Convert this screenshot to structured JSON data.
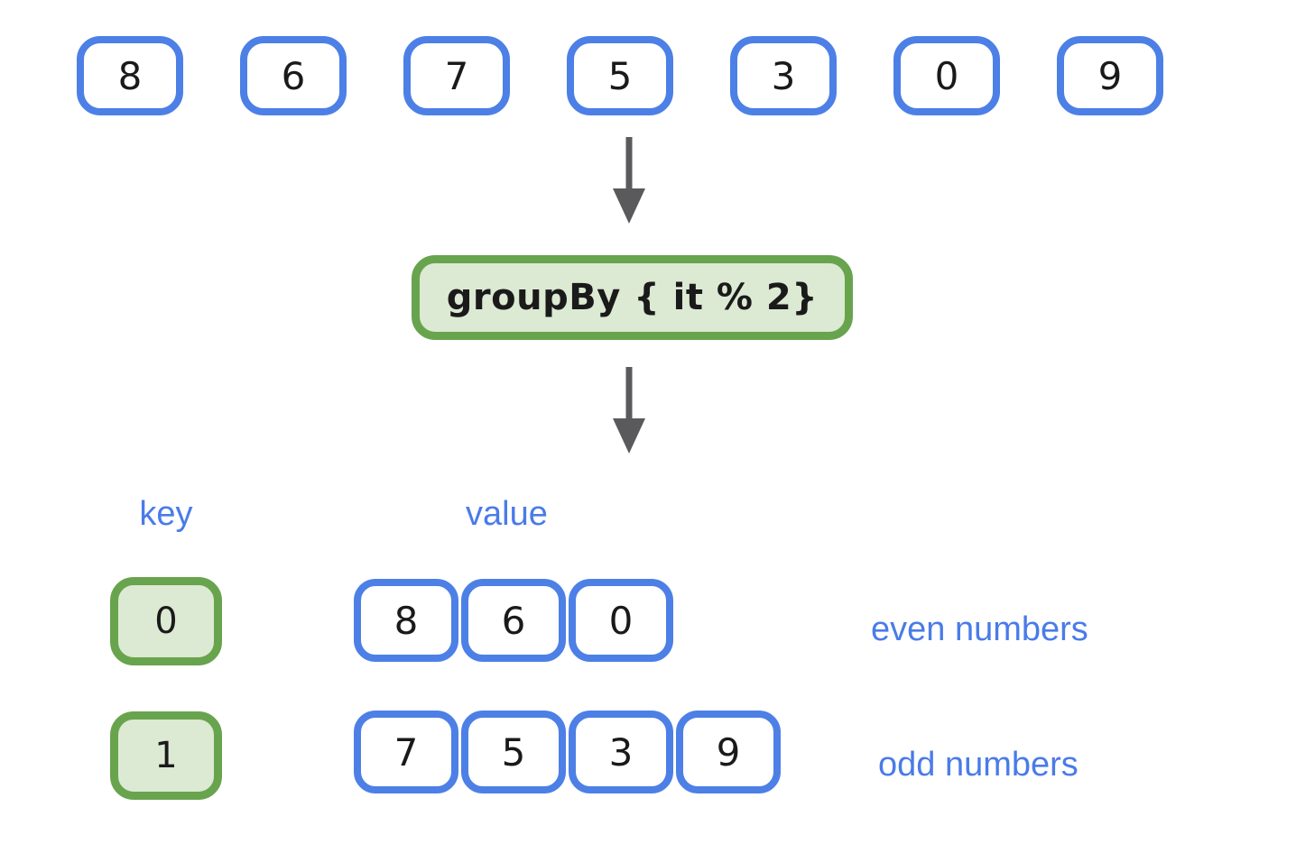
{
  "input_row": {
    "items": [
      "8",
      "6",
      "7",
      "5",
      "3",
      "0",
      "9"
    ]
  },
  "operation": {
    "label": "groupBy { it % 2}"
  },
  "result_table": {
    "key_header": "key",
    "value_header": "value",
    "groups": [
      {
        "key": "0",
        "values": [
          "8",
          "6",
          "0"
        ],
        "annotation": "even numbers"
      },
      {
        "key": "1",
        "values": [
          "7",
          "5",
          "3",
          "9"
        ],
        "annotation": "odd numbers"
      }
    ]
  },
  "colors": {
    "blue_border": "#4D80E6",
    "blue_label": "#4A7BE8",
    "green_border": "#68A44D",
    "green_fill": "#DCE9D3",
    "arrow": "#5A5A5C",
    "digit": "#1A1A1A",
    "background": "#FFFFFF"
  }
}
